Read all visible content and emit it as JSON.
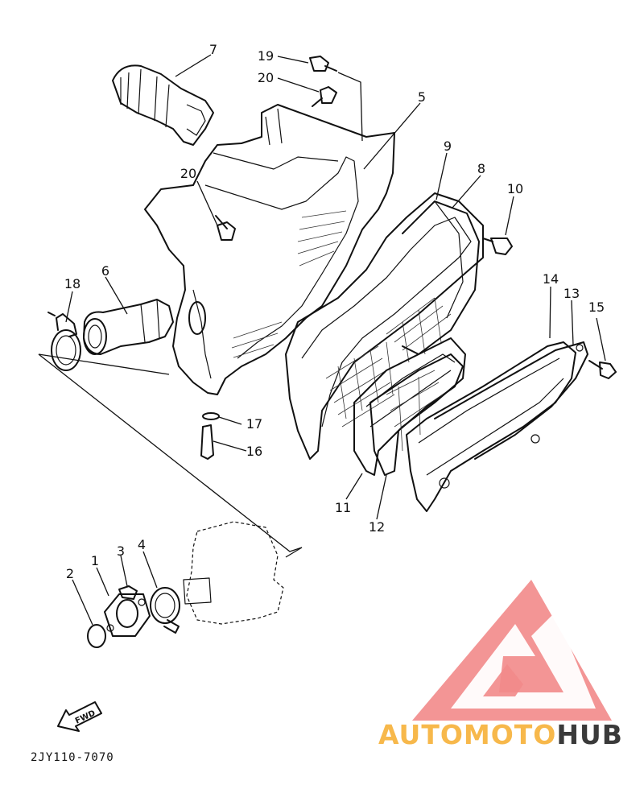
{
  "diagram": {
    "part_code": "2JY110-7070",
    "fwd_label": "FWD",
    "callouts": [
      {
        "id": "c1",
        "label": "1"
      },
      {
        "id": "c2",
        "label": "2"
      },
      {
        "id": "c3",
        "label": "3"
      },
      {
        "id": "c4",
        "label": "4"
      },
      {
        "id": "c5",
        "label": "5"
      },
      {
        "id": "c6",
        "label": "6"
      },
      {
        "id": "c7",
        "label": "7"
      },
      {
        "id": "c8",
        "label": "8"
      },
      {
        "id": "c9",
        "label": "9"
      },
      {
        "id": "c10",
        "label": "10"
      },
      {
        "id": "c11",
        "label": "11"
      },
      {
        "id": "c12",
        "label": "12"
      },
      {
        "id": "c13",
        "label": "13"
      },
      {
        "id": "c14",
        "label": "14"
      },
      {
        "id": "c15",
        "label": "15"
      },
      {
        "id": "c16",
        "label": "16"
      },
      {
        "id": "c17",
        "label": "17"
      },
      {
        "id": "c18",
        "label": "18"
      },
      {
        "id": "c19",
        "label": "19"
      },
      {
        "id": "c20a",
        "label": "20"
      },
      {
        "id": "c20b",
        "label": "20"
      }
    ]
  },
  "watermark": {
    "part1": "AUTOMOTO",
    "part2": "HUB",
    "color_primary": "#f7b84b",
    "color_secondary": "#3a3a3a",
    "logo_color": "#f28a8a"
  }
}
